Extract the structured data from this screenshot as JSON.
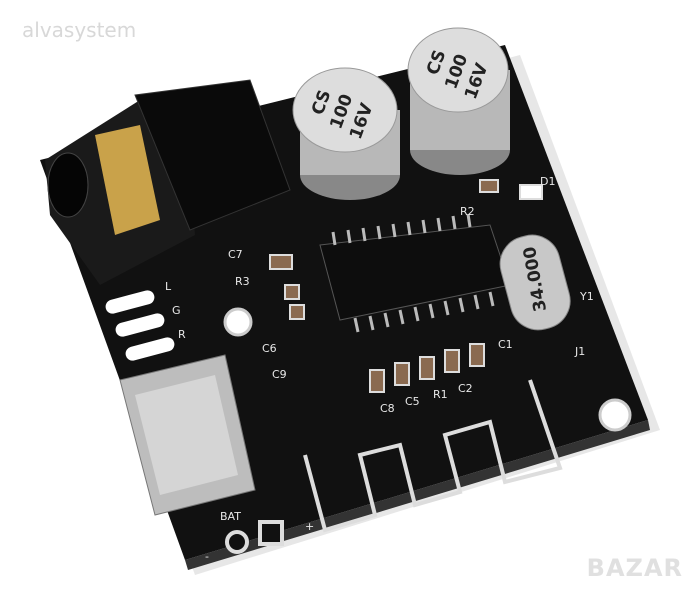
{
  "watermarks": {
    "top_left": "alvasystem",
    "bottom_right": "BAZAR"
  },
  "board": {
    "color": "#111111",
    "capacitors": [
      {
        "lines": [
          "CS",
          "100",
          "16V"
        ]
      },
      {
        "lines": [
          "CS",
          "100",
          "16V"
        ]
      }
    ],
    "crystal_label": "34.000",
    "silkscreen": {
      "c7": "C7",
      "r3": "R3",
      "l": "L",
      "g": "G",
      "r": "R",
      "c6": "C6",
      "c9": "C9",
      "r2": "R2",
      "d1": "D1",
      "c1": "C1",
      "j1": "J1",
      "y1": "Y1",
      "c8": "C8",
      "c5": "C5",
      "r1": "R1",
      "c2": "C2",
      "bat": "BAT",
      "plus": "+",
      "minus": "-"
    }
  }
}
